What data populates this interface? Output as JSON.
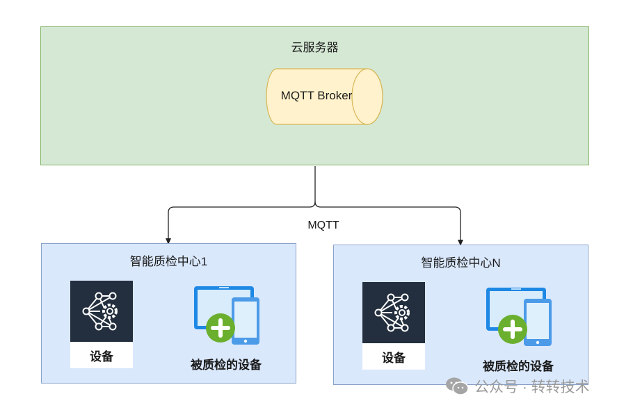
{
  "cloud_server": {
    "title": "云服务器",
    "broker_label": "MQTT Broker"
  },
  "connection": {
    "label": "MQTT"
  },
  "centers": [
    {
      "title": "智能质检中心1",
      "device_label": "设备",
      "tested_device_label": "被质检的设备"
    },
    {
      "title": "智能质检中心N",
      "device_label": "设备",
      "tested_device_label": "被质检的设备"
    }
  ],
  "watermark": {
    "icon": "wechat-icon",
    "text": "公众号 · 转转技术"
  },
  "colors": {
    "cloud_fill": "#d5e8d4",
    "cloud_stroke": "#82b366",
    "broker_fill": "#fff2cc",
    "broker_stroke": "#d6b656",
    "center_fill": "#dae8fc",
    "center_stroke": "#8aa2c8",
    "device_dark": "#232f3e",
    "tablet_blue": "#1e88e5",
    "plus_green": "#6aaf2e"
  }
}
